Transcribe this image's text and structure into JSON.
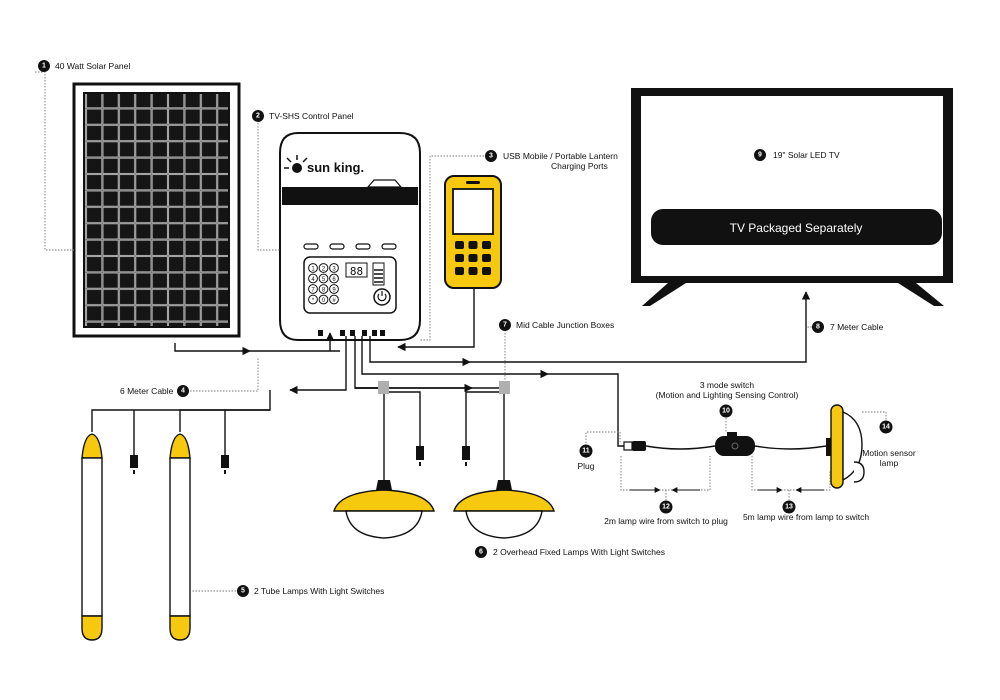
{
  "labels": {
    "l1": {
      "num": "1",
      "text": "40 Watt Solar Panel"
    },
    "l2": {
      "num": "2",
      "text": "TV-SHS Control Panel"
    },
    "l3": {
      "num": "3",
      "line1": "USB Mobile / Portable Lantern",
      "line2": "Charging Ports"
    },
    "l4": {
      "num": "4",
      "text": "6 Meter Cable"
    },
    "l5": {
      "num": "5",
      "text": "2 Tube Lamps With Light Switches"
    },
    "l6": {
      "num": "6",
      "text": "2 Overhead Fixed Lamps With Light Switches"
    },
    "l7": {
      "num": "7",
      "text": "Mid Cable Junction Boxes"
    },
    "l8": {
      "num": "8",
      "text": "7 Meter Cable"
    },
    "l9": {
      "num": "9",
      "text": "19\" Solar LED TV"
    },
    "l10": {
      "num": "10",
      "line1": "3 mode switch",
      "line2": "(Motion and Lighting Sensing Control)"
    },
    "l11": {
      "num": "11",
      "text": "Plug"
    },
    "l12": {
      "num": "12",
      "text": "2m lamp wire from switch to plug"
    },
    "l13": {
      "num": "13",
      "text": "5m lamp wire from lamp to switch"
    },
    "l14": {
      "num": "14",
      "line1": "Motion sensor",
      "line2": "lamp"
    }
  },
  "tv_banner": "TV Packaged Separately",
  "brand": "sun king.",
  "keypad": [
    "1",
    "2",
    "3",
    "4",
    "5",
    "6",
    "7",
    "8",
    "9",
    "*",
    "0",
    "#"
  ],
  "display_digits": "88",
  "colors": {
    "accent": "#f6c90e",
    "dark": "#111111",
    "leader": "#777777"
  },
  "icons": [
    "power-icon",
    "sun-logo-icon",
    "arrow-icon"
  ]
}
